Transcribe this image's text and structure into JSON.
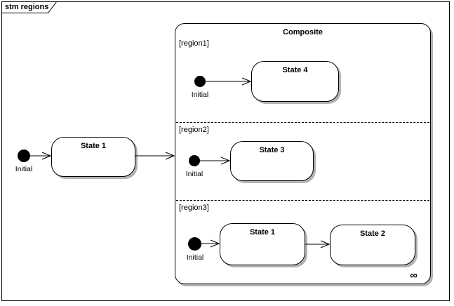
{
  "frame": {
    "title": "stm regions"
  },
  "outer": {
    "initial_label": "Initial",
    "state_label": "State 1"
  },
  "composite": {
    "title": "Composite",
    "decoration_glyph": "∞",
    "regions": [
      {
        "label": "[region1]",
        "initial_label": "Initial",
        "states": [
          "State 4"
        ]
      },
      {
        "label": "[region2]",
        "initial_label": "Initial",
        "states": [
          "State 3"
        ]
      },
      {
        "label": "[region3]",
        "initial_label": "Initial",
        "states": [
          "State 1",
          "State 2"
        ]
      }
    ]
  },
  "colors": {
    "background": "#ffffff",
    "stroke": "#000000",
    "shape_fill": "#ffffff",
    "shadow": "#b2b2b2"
  }
}
